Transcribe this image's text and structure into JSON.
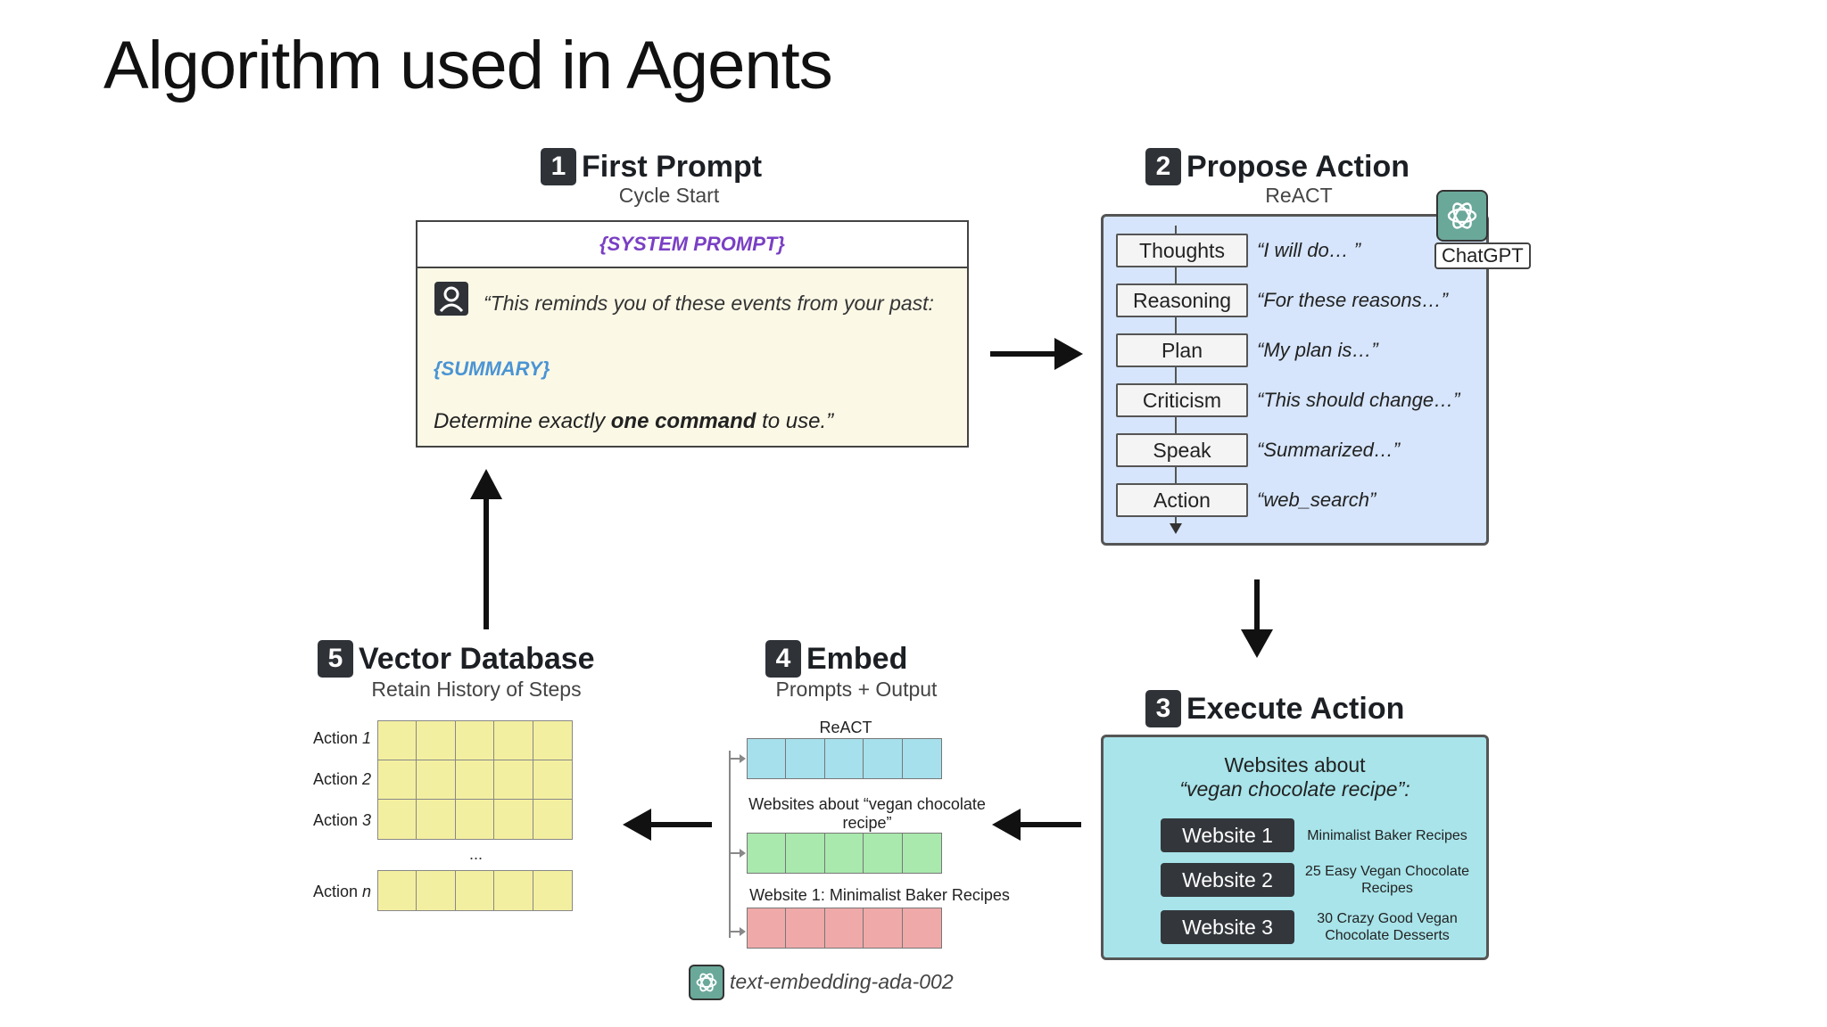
{
  "slide": {
    "title": "Algorithm used in Agents"
  },
  "steps": {
    "first_prompt": {
      "number": "1",
      "title": "First Prompt",
      "subtitle": "Cycle Start",
      "system_token": "{SYSTEM PROMPT}",
      "line1": "“This reminds you of these events from your past:",
      "summary_token": "{SUMMARY}",
      "line3_pre": "Determine exactly ",
      "line3_bold": "one command",
      "line3_post": " to use.”"
    },
    "propose_action": {
      "number": "2",
      "title": "Propose Action",
      "subtitle": "ReACT",
      "model_label": "ChatGPT",
      "rows": [
        {
          "label": "Thoughts",
          "quote": "“I will do… ”"
        },
        {
          "label": "Reasoning",
          "quote": "“For these reasons…”"
        },
        {
          "label": "Plan",
          "quote": "“My plan is…”"
        },
        {
          "label": "Criticism",
          "quote": "“This should change…”"
        },
        {
          "label": "Speak",
          "quote": "“Summarized…”"
        },
        {
          "label": "Action",
          "quote": "“web_search”"
        }
      ]
    },
    "execute_action": {
      "number": "3",
      "title": "Execute Action",
      "heading1": "Websites about",
      "heading2": "“vegan chocolate recipe”:",
      "sites": [
        {
          "label": "Website 1",
          "desc": "Minimalist Baker Recipes"
        },
        {
          "label": "Website 2",
          "desc": "25 Easy Vegan Chocolate Recipes"
        },
        {
          "label": "Website 3",
          "desc": "30 Crazy Good Vegan Chocolate Desserts"
        }
      ]
    },
    "embed": {
      "number": "4",
      "title": "Embed",
      "subtitle": "Prompts + Output",
      "rows": [
        {
          "label": "ReACT",
          "color": "#a6e0ec"
        },
        {
          "label": "Websites about “vegan chocolate recipe”",
          "color": "#a9e9ad"
        },
        {
          "label": "Website 1: Minimalist Baker Recipes",
          "color": "#f0a9a9"
        }
      ],
      "model": "text-embedding-ada-002"
    },
    "vector_db": {
      "number": "5",
      "title": "Vector Database",
      "subtitle": "Retain History of Steps",
      "rows": [
        {
          "label": "Action",
          "index": "1"
        },
        {
          "label": "Action",
          "index": "2"
        },
        {
          "label": "Action",
          "index": "3"
        },
        {
          "label": "Action",
          "index": "n"
        }
      ],
      "ellipsis": "..."
    }
  },
  "colors": {
    "prompt_bg": "#fbf8e6",
    "propose_bg": "#d6e5fb",
    "execute_bg": "#a8e4ea",
    "db_cell": "#f3efa0",
    "system_token": "#7a3fc4",
    "summary_token": "#4a94d4",
    "gpt_logo": "#6aa89a"
  },
  "icons": [
    "user-icon",
    "openai-logo-icon",
    "arrow-right-icon",
    "arrow-down-icon",
    "arrow-left-icon",
    "arrow-up-icon"
  ]
}
